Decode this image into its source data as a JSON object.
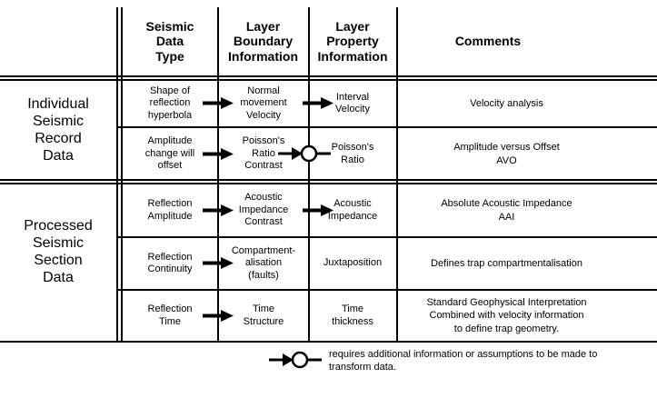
{
  "header": {
    "columns": [
      {
        "label": "Seismic\nData\nType"
      },
      {
        "label": "Layer\nBoundary\nInformation"
      },
      {
        "label": "Layer\nProperty\nInformation"
      },
      {
        "label": "Comments"
      }
    ]
  },
  "groups": [
    {
      "label": "Individual\nSeismic\nRecord\nData"
    },
    {
      "label": "Processed\nSeismic\nSection\nData"
    }
  ],
  "rows": [
    {
      "data_type": "Shape of\nreflection\nhyperbola",
      "boundary": "Normal\nmovement\nVelocity",
      "property": "Interval\nVelocity",
      "comments": "Velocity analysis",
      "transform_requires_additional_info": false
    },
    {
      "data_type": "Amplitude\nchange will\noffset",
      "boundary": "Poisson's\nRatio\nContrast",
      "property": "Poisson's\nRatio",
      "comments": "Amplitude versus Offset\nAVO",
      "transform_requires_additional_info": true
    },
    {
      "data_type": "Reflection\nAmplitude",
      "boundary": "Acoustic\nImpedance\nContrast",
      "property": "Acoustic\nImpedance",
      "comments": "Absolute Acoustic Impedance\nAAI",
      "transform_requires_additional_info": false
    },
    {
      "data_type": "Reflection\nContinuity",
      "boundary": "Compartment-\nalisation\n(faults)",
      "property": "Juxtaposition",
      "comments": "Defines trap compartmentalisation",
      "transform_requires_additional_info": false
    },
    {
      "data_type": "Reflection\nTime",
      "boundary": "Time\nStructure",
      "property": "Time\nthickness",
      "comments": "Standard Geophysical Interpretation\nCombined with velocity information\nto define trap geometry.",
      "transform_requires_additional_info": false
    }
  ],
  "legend": {
    "symbol": "circle-on-arrow",
    "text": "requires additional information or assumptions to be made to\ntransform data."
  },
  "colors": {
    "ink": "#000000",
    "background": "#ffffff"
  }
}
